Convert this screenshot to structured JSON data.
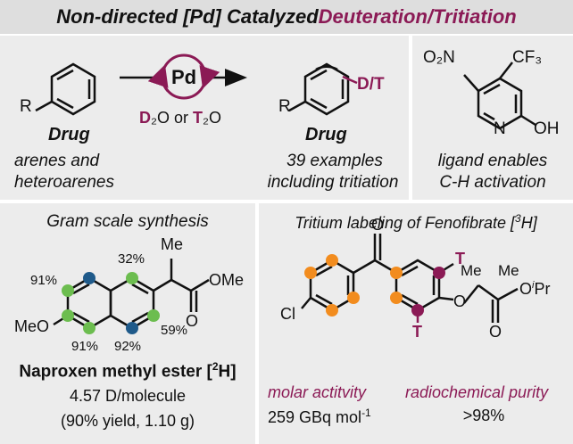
{
  "title": {
    "part1": "Non-directed [Pd] Catalyzed ",
    "part2": "Deuteration/Tritiation"
  },
  "colors": {
    "accent": "#8b1a55",
    "panel_bg": "#ececec",
    "title_bg": "#dedede",
    "green_dot": "#6cbd4f",
    "blue_dot": "#1f5a8a",
    "orange_dot": "#f28c1e"
  },
  "scheme": {
    "left_sub": "R",
    "left_name": "Drug",
    "left_desc_1": "arenes and",
    "left_desc_2": "heteroarenes",
    "catalyst": "Pd",
    "cond_d": "D",
    "cond_mid": "₂O or ",
    "cond_t": "T",
    "cond_end": "₂O",
    "right_sub": "R",
    "right_label": "D/T",
    "right_name": "Drug",
    "right_desc_1": "39 examples",
    "right_desc_2": "including tritiation"
  },
  "ligand": {
    "no2": "O₂N",
    "cf3": "CF₃",
    "n": "N",
    "oh": "OH",
    "desc_1": "ligand enables",
    "desc_2": "C-H activation"
  },
  "gram": {
    "heading": "Gram scale synthesis",
    "me": "Me",
    "o": "O",
    "ome": "OMe",
    "meo": "MeO",
    "p91_top": "91%",
    "p32": "32%",
    "p59": "59%",
    "p91_bot": "91%",
    "p92": "92%",
    "name": "Naproxen methyl ester [",
    "name_sup": "2",
    "name_end": "H]",
    "line2": "4.57 D/molecule",
    "line3": "(90% yield, 1.10 g)"
  },
  "tritium": {
    "heading_pre": "Tritium labeling of Fenofibrate [",
    "heading_sup": "3",
    "heading_end": "H]",
    "o_top": "O",
    "cl": "Cl",
    "t_top": "T",
    "t_bot": "T",
    "me1": "Me",
    "me2": "Me",
    "o_ether": "O",
    "o_ester": "O",
    "o_carb": "O",
    "ipr_i": "i",
    "ipr": "Pr",
    "molar_label": "molar actitvity",
    "molar_value": "259 GBq mol",
    "molar_sup": "-1",
    "purity_label": "radiochemical purity",
    "purity_value": ">98%"
  }
}
